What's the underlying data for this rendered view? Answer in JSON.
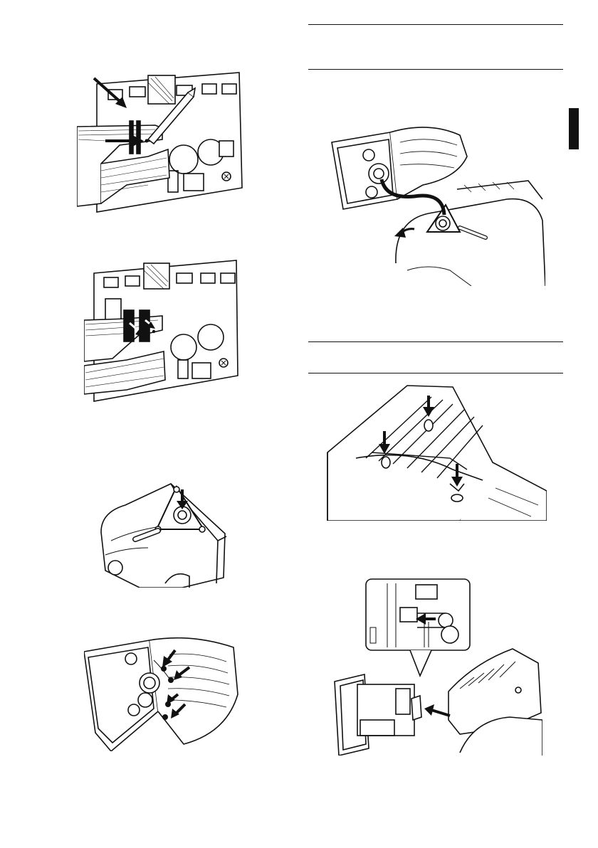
{
  "page": {
    "colors": {
      "ink": "#111111",
      "paper": "#ffffff",
      "shade": "#e6e6e6"
    },
    "side_tab": {
      "color": "#111111"
    },
    "illustrations": [
      {
        "name": "circuit-board-ribbon-pencil"
      },
      {
        "name": "circuit-board-ribbon-connectors"
      },
      {
        "name": "speaker-spider-mount"
      },
      {
        "name": "speaker-housing-screws"
      },
      {
        "name": "speaker-cable-routing"
      },
      {
        "name": "housing-screw-holes"
      },
      {
        "name": "module-insert-connector"
      }
    ]
  }
}
